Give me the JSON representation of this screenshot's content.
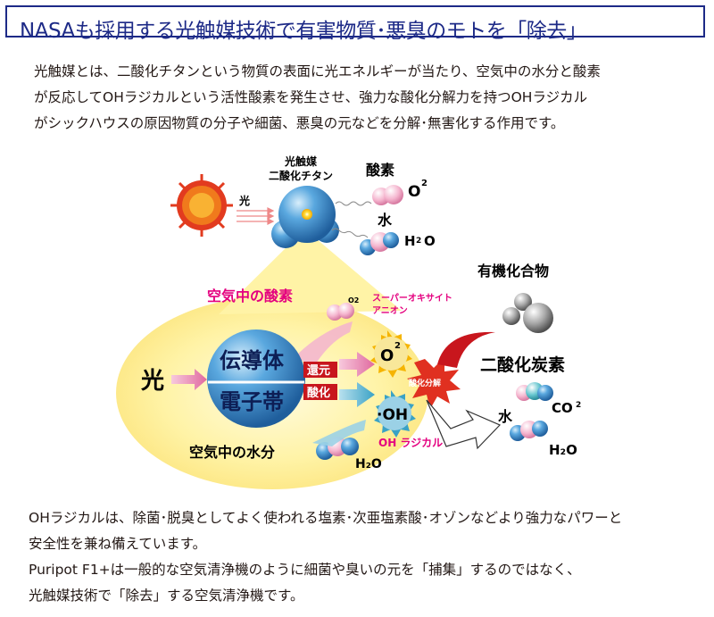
{
  "title": "NASAも採用する光触媒技術で有害物質･悪臭のモトを「除去」",
  "intro": [
    "光触媒とは、二酸化チタンという物質の表面に光エネルギーが当たり、空気中の水分と酸素",
    "が反応してOHラジカルという活性酸素を発生させ、強力な酸化分解力を持つOHラジカル",
    "がシックハウスの原因物質の分子や細菌、悪臭の元などを分解･無害化する作用です。"
  ],
  "diagram": {
    "catalyst": [
      "光触媒",
      "二酸化チタン"
    ],
    "light_small": "光",
    "oxygen_label": "酸素",
    "oxygen_formula": "O",
    "oxygen_sub": "2",
    "water_label": "水",
    "water_formula_h": "H",
    "water_formula_2": "2",
    "water_formula_o": "O",
    "organic": "有機化合物",
    "air_oxygen": "空気中の酸素",
    "o2_small": "O2",
    "superoxide": [
      "スーパーオキサイト",
      "アニオン"
    ],
    "light_big": "光",
    "conduction_band": "伝導体",
    "electron_band": "電子帯",
    "reduction": "還元",
    "oxidation": "酸化",
    "o2_ion": "O",
    "o2_ion_sup": "2",
    "oh_ion": "·OH",
    "decompose": "酸化分解",
    "co2_title": "二酸化炭素",
    "water2_label": "水",
    "co2_formula": "CO",
    "co2_sub": "2",
    "h2o_2": "H₂O",
    "air_water": "空気中の水分",
    "h2o_3": "H₂O",
    "oh_radical": "OH ラジカル"
  },
  "outro": [
    "OHラジカルは、除菌･脱臭としてよく使われる塩素･次亜塩素酸･オゾンなどより強力なパワーと",
    "安全性を兼ね備えています。",
    "Puripot F1+は一般的な空気清浄機のように細菌や臭いの元を「捕集」するのではなく、",
    "光触媒技術で「除去」する空気清浄機です。"
  ],
  "colors": {
    "title_blue": "#1d2a87",
    "yellow_glow": "#fff3a6",
    "sphere_blue": "#3d8fd0",
    "pink_arrow": "#f0a8c8",
    "red_label": "#c8161d",
    "magenta_text": "#e4007f",
    "explosion_red": "#e03020"
  },
  "icons": [
    "sun-icon",
    "titanium-dioxide-sphere-icon",
    "oxygen-molecule-icon",
    "water-molecule-icon",
    "organic-compound-molecule-icon",
    "explosion-icon",
    "co2-molecule-icon"
  ]
}
